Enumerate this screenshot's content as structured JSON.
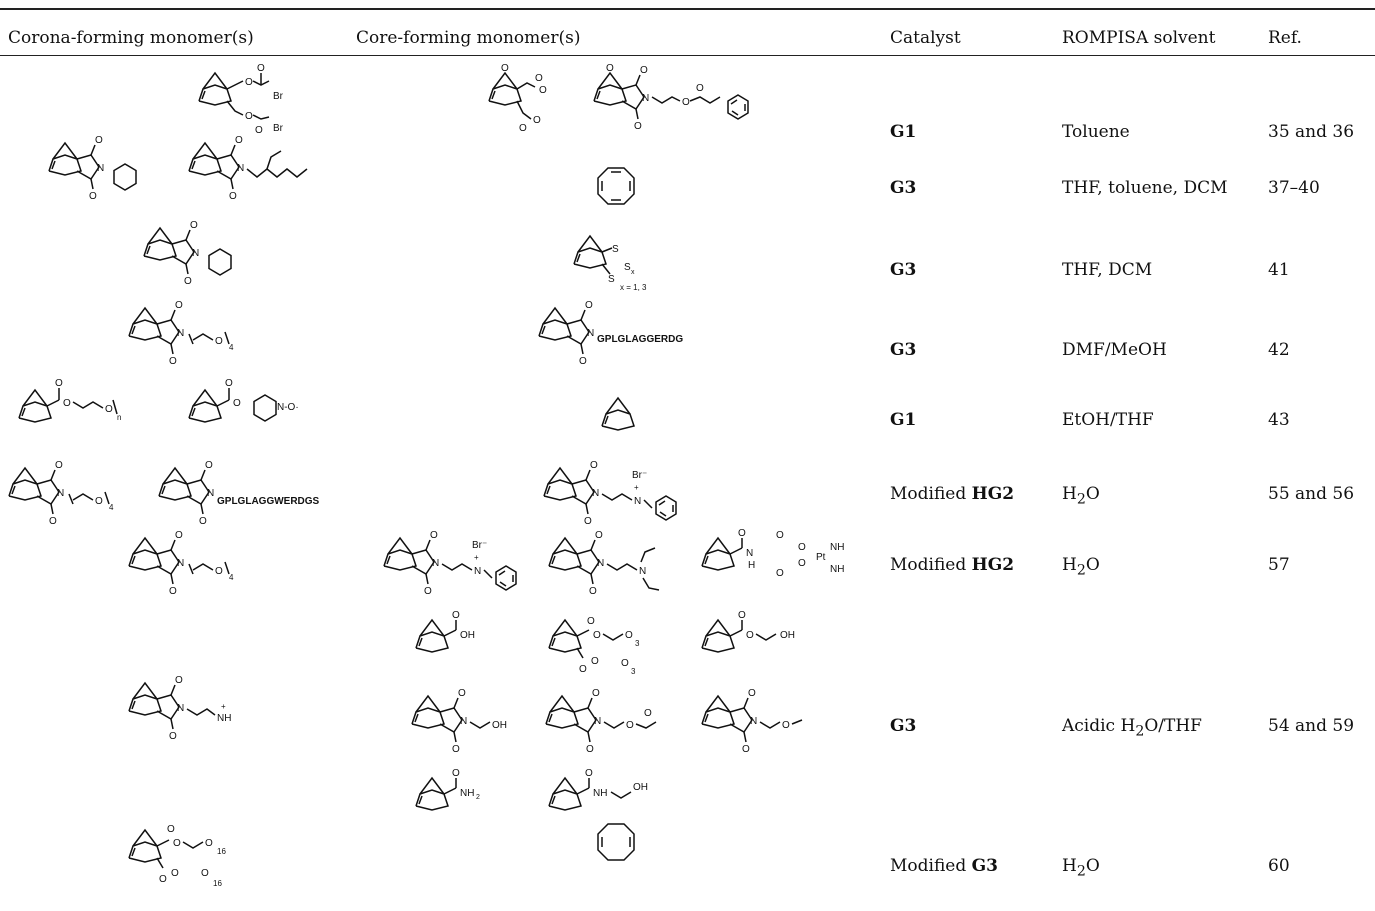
{
  "headers": [
    "Corona-forming monomer(s)",
    "Core-forming monomer(s)",
    "Catalyst",
    "ROMPISA solvent",
    "Ref."
  ],
  "rows": [
    {
      "catalyst_pre": "",
      "catalyst_bold": "G1",
      "solvent": "Toluene",
      "solvent_sub": "",
      "solvent_post": "",
      "ref": "35 and 36"
    },
    {
      "catalyst_pre": "",
      "catalyst_bold": "G3",
      "solvent": "THF, toluene, DCM",
      "solvent_sub": "",
      "solvent_post": "",
      "ref": "37–40"
    },
    {
      "catalyst_pre": "",
      "catalyst_bold": "G3",
      "solvent": "THF, DCM",
      "solvent_sub": "",
      "solvent_post": "",
      "ref": "41"
    },
    {
      "catalyst_pre": "",
      "catalyst_bold": "G3",
      "solvent": "DMF/MeOH",
      "solvent_sub": "",
      "solvent_post": "",
      "ref": "42"
    },
    {
      "catalyst_pre": "",
      "catalyst_bold": "G1",
      "solvent": "EtOH/THF",
      "solvent_sub": "",
      "solvent_post": "",
      "ref": "43"
    },
    {
      "catalyst_pre": "Modified ",
      "catalyst_bold": "HG2",
      "solvent": "H",
      "solvent_sub": "2",
      "solvent_post": "O",
      "ref": "55 and 56"
    },
    {
      "catalyst_pre": "Modified ",
      "catalyst_bold": "HG2",
      "solvent": "H",
      "solvent_sub": "2",
      "solvent_post": "O",
      "ref": "57"
    },
    {
      "catalyst_pre": "",
      "catalyst_bold": "G3",
      "solvent": "Acidic H",
      "solvent_sub": "2",
      "solvent_post": "O/THF",
      "ref": "54 and 59"
    },
    {
      "catalyst_pre": "Modified ",
      "catalyst_bold": "G3",
      "solvent": "H",
      "solvent_sub": "2",
      "solvent_post": "O",
      "ref": "60"
    }
  ],
  "structure_labels": {
    "br": "Br",
    "o": "O",
    "n": "N",
    "s": "S",
    "sx": "S",
    "x": "x",
    "x_values": "x = 1, 3",
    "peptide1": "GPLGLAGGERDG",
    "peptide2": "GPLGLAGGWERDGS",
    "n_sub": "n",
    "four": "4",
    "three": "3",
    "sixteen": "16",
    "oh": "OH",
    "nh2": "NH",
    "nh2_sub": "2",
    "nh": "NH",
    "h": "H",
    "pt": "Pt",
    "br_minus": "Br⁻",
    "plus": "+",
    "nitroxide": "N-O·"
  }
}
